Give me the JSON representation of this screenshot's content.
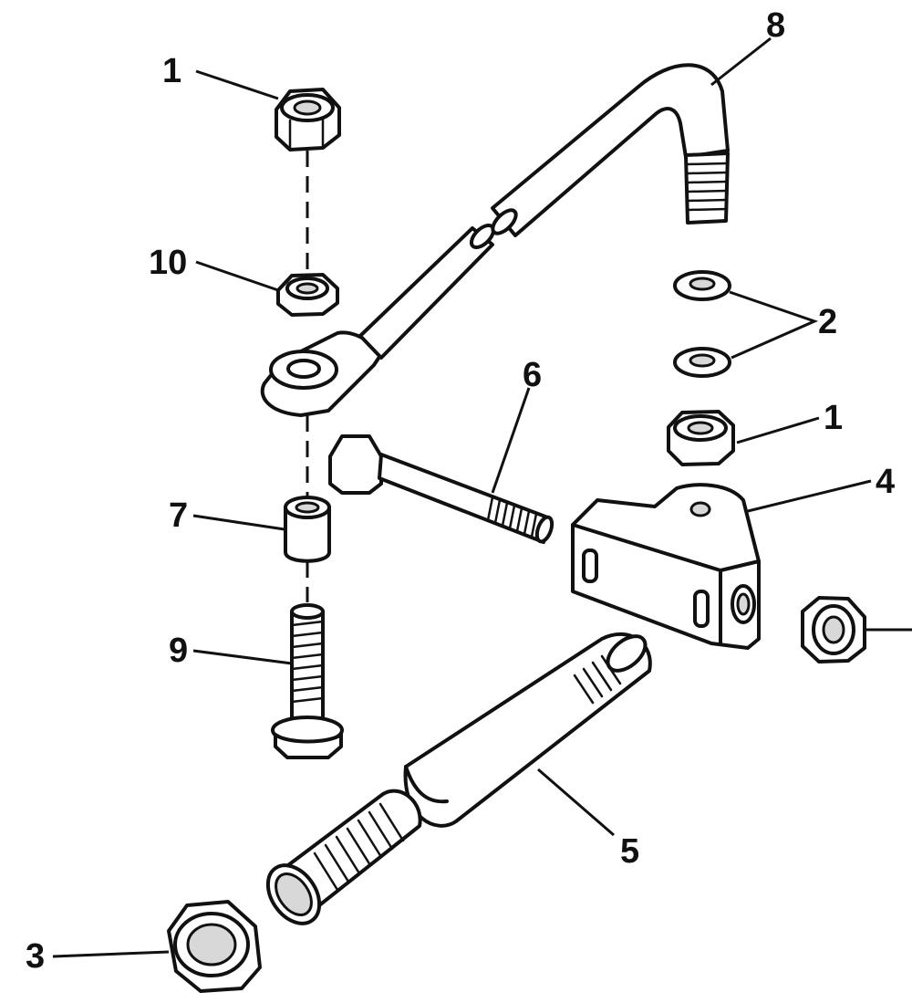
{
  "diagram": {
    "callouts": [
      {
        "id": "c1a",
        "label": "1"
      },
      {
        "id": "c10",
        "label": "10"
      },
      {
        "id": "c8",
        "label": "8"
      },
      {
        "id": "c2",
        "label": "2"
      },
      {
        "id": "c1b",
        "label": "1"
      },
      {
        "id": "c6",
        "label": "6"
      },
      {
        "id": "c4",
        "label": "4"
      },
      {
        "id": "c7",
        "label": "7"
      },
      {
        "id": "c9",
        "label": "9"
      },
      {
        "id": "c5",
        "label": "5"
      },
      {
        "id": "c3",
        "label": "3"
      }
    ]
  }
}
